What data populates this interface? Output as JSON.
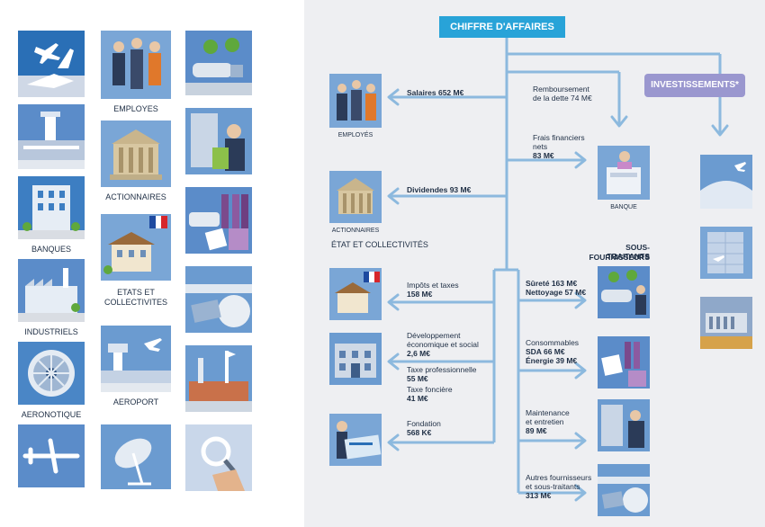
{
  "left_labels": {
    "employes": "EMPLOYES",
    "actionnaires": "ACTIONNAIRES",
    "banques": "BANQUES",
    "etats_line1": "ETATS ET",
    "etats_line2": "COLLECTIVITES",
    "industriels": "INDUSTRIELS",
    "aeroport": "AEROPORT",
    "aeronotique": "AERONOTIQUE"
  },
  "diagram": {
    "top_box": "CHIFFRE D'AFFAIRES",
    "invest_box": "INVESTISSEMENTS*",
    "flows": {
      "remboursement_l1": "Remboursement",
      "remboursement_l2": "de la dette 74 M€",
      "salaires": "Salaires 652 M€",
      "frais_l1": "Frais financiers",
      "frais_l2": "nets",
      "frais_l3": "83 M€",
      "dividendes": "Dividendes 93 M€",
      "impots_l1": "Impôts et taxes",
      "impots_l2": "158 M€",
      "dev_l1": "Développement",
      "dev_l2": "économique et social",
      "dev_l3": "2,6 M€",
      "taxe_pro_l1": "Taxe professionnelle",
      "taxe_pro_l2": "55 M€",
      "taxe_fon_l1": "Taxe foncière",
      "taxe_fon_l2": "41 M€",
      "fondation_l1": "Fondation",
      "fondation_l2": "568 K€",
      "surete": "Sûreté 163 M€",
      "nettoyage": "Nettoyage 57 M€",
      "conso_l1": "Consommables",
      "conso_l2": "SDA 66 M€",
      "conso_l3": "Énergie 39 M€",
      "maint_l1": "Maintenance",
      "maint_l2": "et entretien",
      "maint_l3": "89 M€",
      "autres_l1": "Autres fournisseurs",
      "autres_l2": "et sous-traitants",
      "autres_l3": "313 M€"
    },
    "labels": {
      "employes": "EMPLOYÉS",
      "actionnaires": "ACTIONNAIRES",
      "etat": "ÉTAT ET COLLECTIVITÉS",
      "banque": "BANQUE",
      "sous_l1": "SOUS-TRAITANTS",
      "sous_l2": "FOURNISSEURS"
    }
  },
  "colors": {
    "box_blue": "#28a3d8",
    "invest_purple": "#9a97cf",
    "line_blue": "#8cb9de",
    "panel_bg": "#eeeff2",
    "tile_blue": "#2a6fb6"
  }
}
